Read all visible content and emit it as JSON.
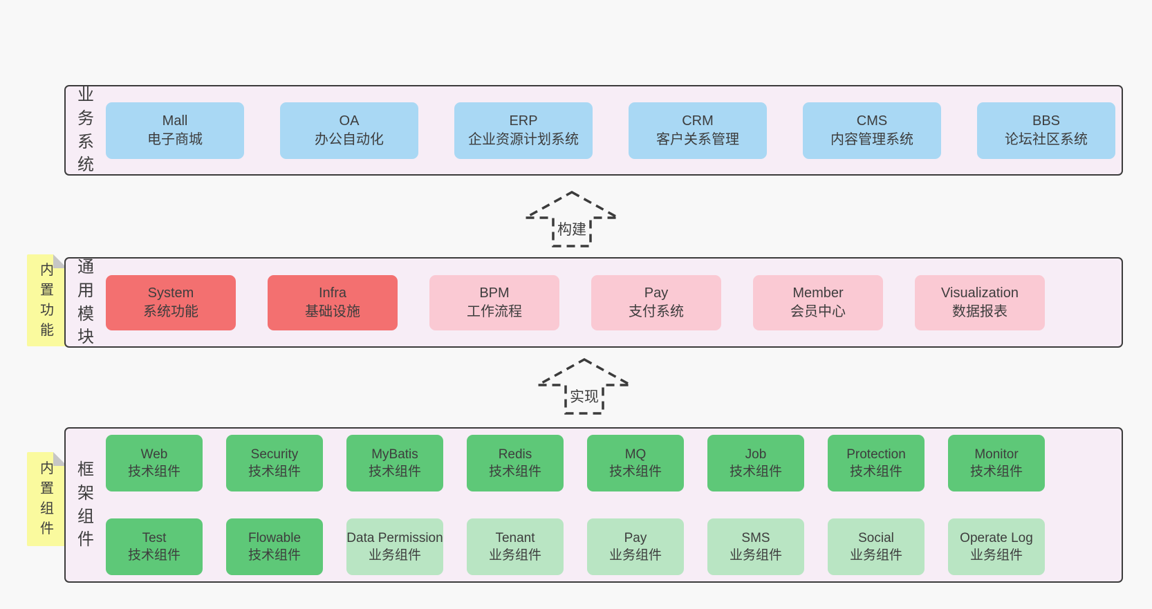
{
  "palette": {
    "page_bg": "#f8f8f8",
    "panel_bg": "#f7edf6",
    "panel_border": "#3b3b3b",
    "blue": "#a9d8f4",
    "red": "#f37070",
    "pink": "#fac9d3",
    "green": "#5ec878",
    "light_green": "#b9e5c3",
    "yellow_tab": "#fafa9e",
    "fold_gray": "#c6c6c6",
    "text": "#3d3d3d"
  },
  "business": {
    "side_label": "业务系统",
    "items": [
      {
        "name": "Mall",
        "desc": "电子商城"
      },
      {
        "name": "OA",
        "desc": "办公自动化"
      },
      {
        "name": "ERP",
        "desc": "企业资源计划系统"
      },
      {
        "name": "CRM",
        "desc": "客户关系管理"
      },
      {
        "name": "CMS",
        "desc": "内容管理系统"
      },
      {
        "name": "BBS",
        "desc": "论坛社区系统"
      }
    ]
  },
  "arrows": {
    "build": "构建",
    "implement": "实现"
  },
  "modules": {
    "tab_label": "内置功能",
    "side_label": "通用模块",
    "items": [
      {
        "name": "System",
        "desc": "系统功能"
      },
      {
        "name": "Infra",
        "desc": "基础设施"
      },
      {
        "name": "BPM",
        "desc": "工作流程"
      },
      {
        "name": "Pay",
        "desc": "支付系统"
      },
      {
        "name": "Member",
        "desc": "会员中心"
      },
      {
        "name": "Visualization",
        "desc": "数据报表"
      }
    ]
  },
  "components": {
    "tab_label": "内置组件",
    "side_label": "框架组件",
    "row1": [
      {
        "name": "Web",
        "desc": "技术组件"
      },
      {
        "name": "Security",
        "desc": "技术组件"
      },
      {
        "name": "MyBatis",
        "desc": "技术组件"
      },
      {
        "name": "Redis",
        "desc": "技术组件"
      },
      {
        "name": "MQ",
        "desc": "技术组件"
      },
      {
        "name": "Job",
        "desc": "技术组件"
      },
      {
        "name": "Protection",
        "desc": "技术组件"
      },
      {
        "name": "Monitor",
        "desc": "技术组件"
      }
    ],
    "row2": [
      {
        "name": "Test",
        "desc": "技术组件"
      },
      {
        "name": "Flowable",
        "desc": "技术组件"
      },
      {
        "name": "Data Permission",
        "desc": "业务组件"
      },
      {
        "name": "Tenant",
        "desc": "业务组件"
      },
      {
        "name": "Pay",
        "desc": "业务组件"
      },
      {
        "name": "SMS",
        "desc": "业务组件"
      },
      {
        "name": "Social",
        "desc": "业务组件"
      },
      {
        "name": "Operate Log",
        "desc": "业务组件"
      }
    ]
  }
}
